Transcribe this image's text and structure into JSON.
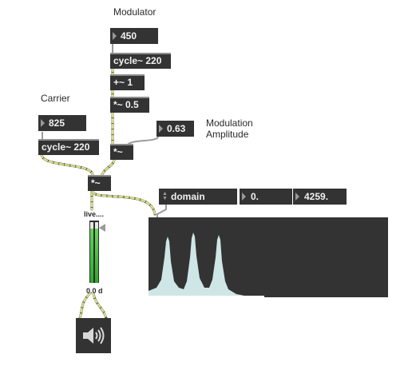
{
  "comments": {
    "modulator": "Modulator",
    "carrier": "Carrier",
    "modulation_amplitude": "Modulation Amplitude"
  },
  "objects": {
    "mod_freq": "450",
    "mod_cycle": "cycle~ 220",
    "plus": "+~ 1",
    "times_half": "*~ 0.5",
    "mod_amp": "0.63",
    "times_mod": "*~",
    "carrier_freq": "825",
    "carrier_cycle": "cycle~ 220",
    "times_out": "*~"
  },
  "spectroscope": {
    "menu_value": "domain",
    "lo": "0.",
    "hi": "4259."
  },
  "meter": {
    "label": "live....",
    "readout": "0.0 d",
    "level_left": 0.9,
    "level_right": 0.9
  },
  "colors": {
    "object_bg": "#333333",
    "patch_cord": "#c8cc7a",
    "spectrum_fill": "#cfe6e6",
    "meter_green": "#4cc846"
  },
  "icons": {
    "speaker": "speaker-icon"
  }
}
